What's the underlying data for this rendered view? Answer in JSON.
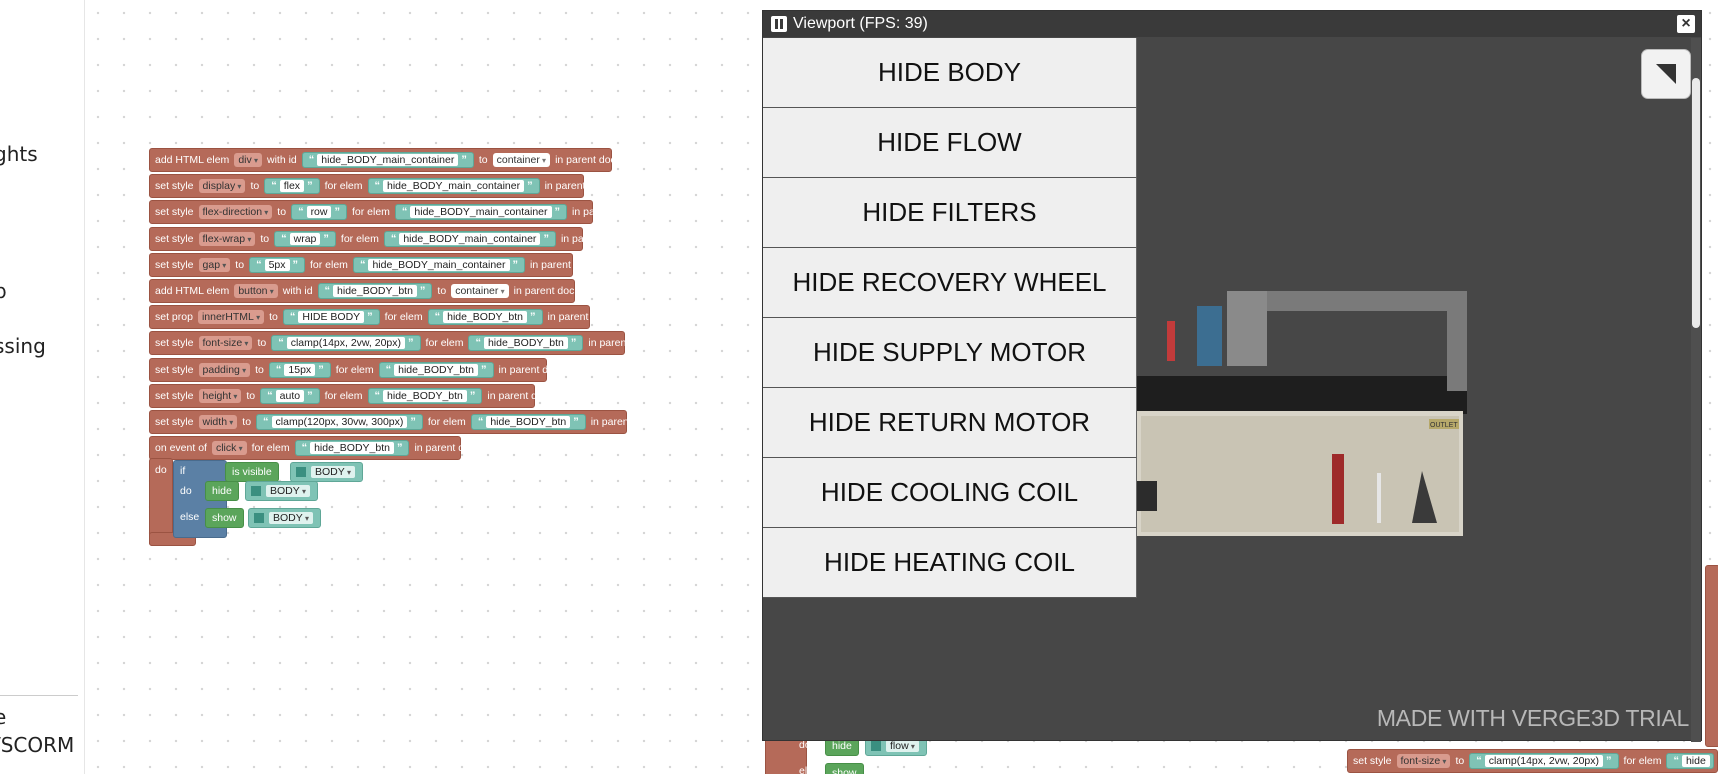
{
  "sidebar": {
    "items": [
      {
        "label": "ghts"
      },
      {
        "label": "p"
      },
      {
        "label": "ssing"
      },
      {
        "label": "e"
      },
      {
        "label": "/SCORM"
      }
    ]
  },
  "script": {
    "rows": [
      {
        "head": "add HTML elem",
        "a": "div",
        "mid": "with id",
        "s1": "hide_BODY_main_container",
        "mid2": "to",
        "d2": "container",
        "tail": "in parent doc"
      },
      {
        "head": "set style",
        "a": "display",
        "mid": "to",
        "s1": "flex",
        "mid2": "for elem",
        "s2": "hide_BODY_main_container",
        "tail": "in parent doc"
      },
      {
        "head": "set style",
        "a": "flex-direction",
        "mid": "to",
        "s1": "row",
        "mid2": "for elem",
        "s2": "hide_BODY_main_container",
        "tail": "in parent doc"
      },
      {
        "head": "set style",
        "a": "flex-wrap",
        "mid": "to",
        "s1": "wrap",
        "mid2": "for elem",
        "s2": "hide_BODY_main_container",
        "tail": "in parent doc"
      },
      {
        "head": "set style",
        "a": "gap",
        "mid": "to",
        "s1": "5px",
        "mid2": "for elem",
        "s2": "hide_BODY_main_container",
        "tail": "in parent doc"
      },
      {
        "head": "add HTML elem",
        "a": "button",
        "mid": "with id",
        "s1": "hide_BODY_btn",
        "mid2": "to",
        "d2": "container",
        "tail": "in parent doc"
      },
      {
        "head": "set prop",
        "a": "innerHTML",
        "mid": "to",
        "s1": "HIDE BODY",
        "mid2": "for elem",
        "s2": "hide_BODY_btn",
        "tail": "in parent doc"
      },
      {
        "head": "set style",
        "a": "font-size",
        "mid": "to",
        "s1": "clamp(14px, 2vw, 20px)",
        "mid2": "for elem",
        "s2": "hide_BODY_btn",
        "tail": "in parent doc"
      },
      {
        "head": "set style",
        "a": "padding",
        "mid": "to",
        "s1": "15px",
        "mid2": "for elem",
        "s2": "hide_BODY_btn",
        "tail": "in parent doc"
      },
      {
        "head": "set style",
        "a": "height",
        "mid": "to",
        "s1": "auto",
        "mid2": "for elem",
        "s2": "hide_BODY_btn",
        "tail": "in parent doc"
      },
      {
        "head": "set style",
        "a": "width",
        "mid": "to",
        "s1": "clamp(120px, 30vw, 300px)",
        "mid2": "for elem",
        "s2": "hide_BODY_btn",
        "tail": "in parent doc"
      },
      {
        "head": "on event of",
        "a": "click",
        "mid": "for elem",
        "s1": "hide_BODY_btn",
        "tail": "in parent doc"
      }
    ],
    "do_label": "do",
    "if_label": "if",
    "if_do_label": "do",
    "else_label": "else",
    "is_visible": "is visible",
    "hide": "hide",
    "show": "show",
    "object_body": "BODY"
  },
  "bottom_blocks": {
    "do_label": "do",
    "hide": "hide",
    "object_flow": "flow",
    "else_label": "else",
    "show": "show",
    "set_style": "set style",
    "prop": "font-size",
    "to": "to",
    "value": "clamp(14px, 2vw, 20px)",
    "for_elem": "for elem",
    "elem": "hide"
  },
  "viewport": {
    "title": "Viewport (FPS: 39)",
    "close_glyph": "×",
    "buttons": [
      {
        "label": "HIDE BODY"
      },
      {
        "label": "HIDE FLOW"
      },
      {
        "label": "HIDE FILTERS"
      },
      {
        "label": "HIDE RECOVERY WHEEL"
      },
      {
        "label": "HIDE SUPPLY MOTOR"
      },
      {
        "label": "HIDE RETURN MOTOR"
      },
      {
        "label": "HIDE COOLING COIL"
      },
      {
        "label": "HIDE HEATING COIL"
      }
    ],
    "scene_label_outlet": "OUTLET",
    "watermark": "MADE WITH VERGE3D TRIAL"
  },
  "icons": {
    "pause": "pause-icon",
    "close": "close-icon",
    "fullscreen": "fullscreen-icon"
  }
}
